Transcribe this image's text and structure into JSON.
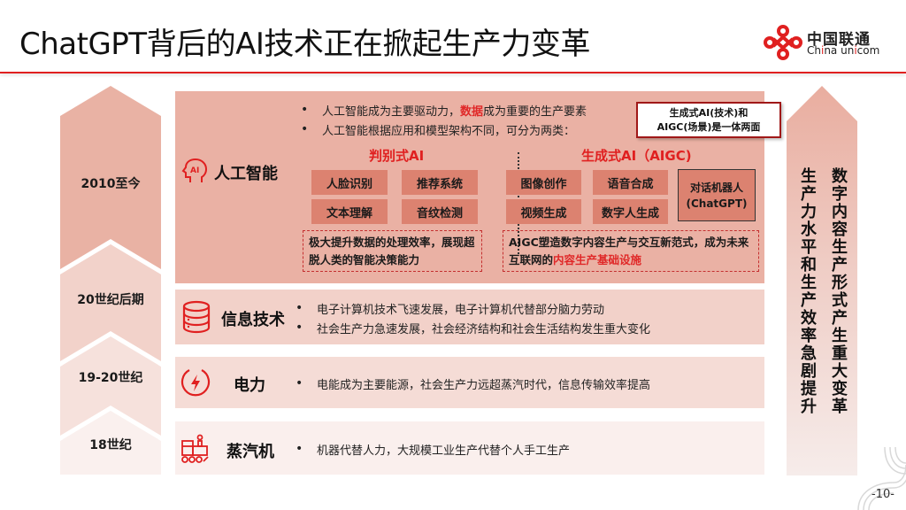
{
  "header": {
    "title": "ChatGPT背后的AI技术正在掀起生产力变革",
    "logo": {
      "cn": "中国联通",
      "en_prefix": "Ch",
      "en_i": "i",
      "en_mid": "na un",
      "en_i2": "i",
      "en_suffix": "com"
    }
  },
  "eras": [
    {
      "label": "2010至今"
    },
    {
      "label": "20世纪后期"
    },
    {
      "label": "19-20世纪"
    },
    {
      "label": "18世纪"
    }
  ],
  "ai_row": {
    "label": "人工智能",
    "icon": "ai-head-icon",
    "bullets": [
      {
        "pre": "人工智能成为主要驱动力，",
        "highlight": "数据",
        "post": "成为重要的生产要素"
      },
      {
        "pre": "人工智能根据应用和模型架构不同，可分为两类：",
        "highlight": "",
        "post": ""
      }
    ],
    "callout": {
      "line1": "生成式AI(技术)和",
      "line2": "AIGC(场景)是一体两面"
    },
    "discriminative": {
      "title": "判别式AI",
      "chips": [
        "人脸识别",
        "推荐系统",
        "文本理解",
        "音纹检测"
      ],
      "summary": "极大提升数据的处理效率，展现超脱人类的智能决策能力"
    },
    "generative": {
      "title": "生成式AI（AIGC)",
      "chips": [
        "图像创作",
        "语音合成",
        "视频生成",
        "数字人生成"
      ],
      "big_chip": {
        "line1": "对话机器人",
        "line2": "(ChatGPT)"
      },
      "summary_pre": "AIGC塑造数字内容生产与交互新范式，成为未来互联网的",
      "summary_highlight": "内容生产基础设施"
    }
  },
  "it_row": {
    "label": "信息技术",
    "icon": "database-icon",
    "bullets": [
      "电子计算机技术飞速发展，电子计算机代替部分脑力劳动",
      "社会生产力急速发展，社会经济结构和社会生活结构发生重大变化"
    ]
  },
  "electric_row": {
    "label": "电力",
    "icon": "lightning-icon",
    "bullets": [
      "电能成为主要能源，社会生产力远超蒸汽时代，信息传输效率提高"
    ]
  },
  "steam_row": {
    "label": "蒸汽机",
    "icon": "steam-train-icon",
    "bullets": [
      "机器代替人力，大规模工业生产代替个人手工生产"
    ]
  },
  "right_arrow": {
    "col1": "生产力水平和生产效率急剧提升",
    "col2": "数字内容生产形式产生重大变革"
  },
  "bullet_char": "•",
  "page": {
    "number": "-10-"
  },
  "colors": {
    "accent": "#e02020",
    "chip": "#dc8270",
    "ai_row": "#eab1a4",
    "border_dark": "#a01818"
  }
}
